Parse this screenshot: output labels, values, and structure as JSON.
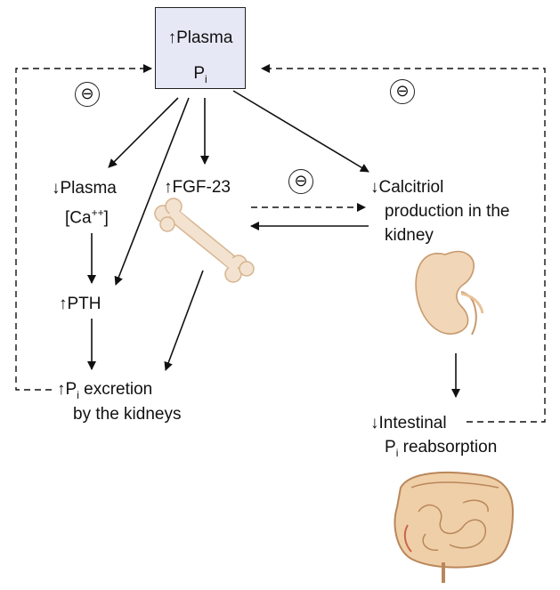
{
  "arrow_up": "↑",
  "arrow_down": "↓",
  "plasma_pi": {
    "line1": "Plasma",
    "p": "P",
    "i": "i"
  },
  "inhibit_symbol": "⊖",
  "plasma_ca": {
    "line1": "Plasma",
    "line2_open": "[Ca",
    "line2_sup": "++",
    "line2_close": "]"
  },
  "fgf23": {
    "label": "FGF-23"
  },
  "calcitriol": {
    "line1": "Calcitriol",
    "line2": "production in the",
    "line3": "kidney"
  },
  "pth": {
    "label": "PTH"
  },
  "pi_excretion": {
    "p": "P",
    "i": "i",
    "line1_rest": " excretion",
    "line2": "by the kidneys"
  },
  "intestinal": {
    "line1": "Intestinal",
    "p": "P",
    "i": "i",
    "line2_rest": " reabsorption"
  },
  "colors": {
    "box_fill": "#e6e8f6",
    "bone": "#f3e2cf",
    "bone_outline": "#d6b48f",
    "kidney": "#f1d6b8",
    "kidney_outline": "#c79a6c",
    "intestine": "#efcfa8",
    "intestine_outline": "#b9875b"
  },
  "icons": [
    "bone-icon",
    "kidney-icon",
    "intestine-icon"
  ]
}
